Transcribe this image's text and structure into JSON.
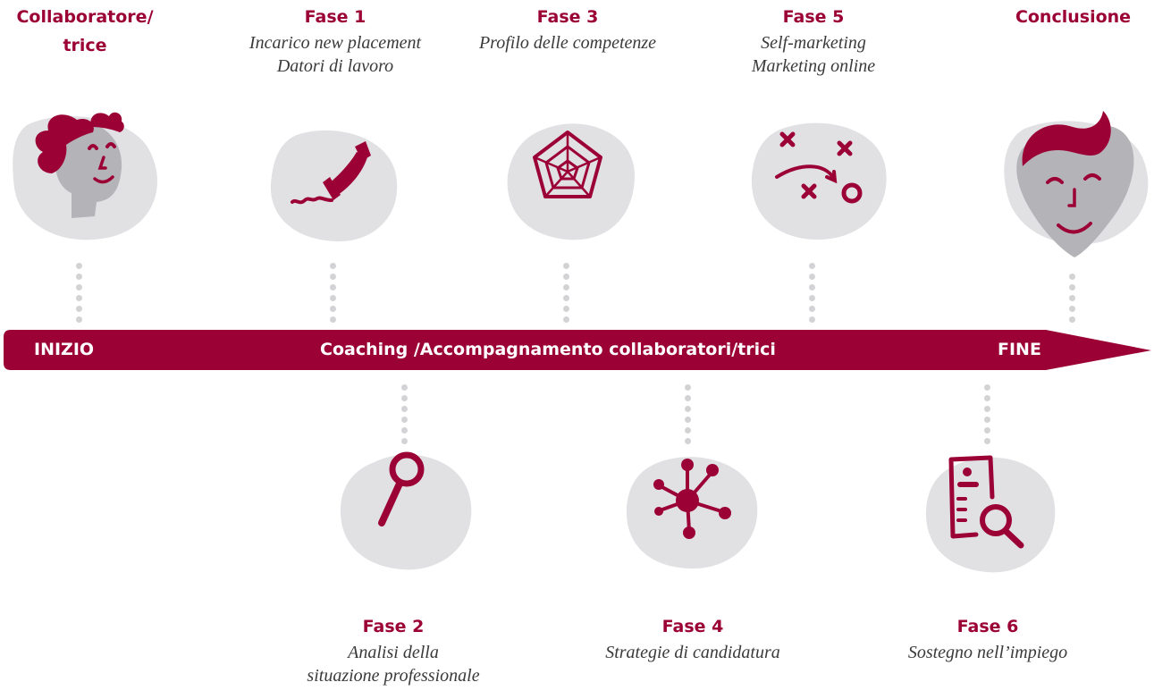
{
  "colors": {
    "accent": "#9c0136",
    "blob": "#e1e1e4",
    "dots": "#d3d3d6",
    "face_gray": "#b4b4b8"
  },
  "timeline": {
    "start_label": "INIZIO",
    "center_label": "Coaching /Accompagnamento collaboratori/trici",
    "end_label": "FINE"
  },
  "start": {
    "title_line1": "Collaboratore/",
    "title_line2": "trice",
    "icon": "person-face-icon"
  },
  "phases": [
    {
      "title": "Fase 1",
      "desc_line1": "Incarico new placement",
      "desc_line2": "Datori di lavoro",
      "icon": "phone-icon"
    },
    {
      "title": "Fase 2",
      "desc_line1": "Analisi della",
      "desc_line2": "situazione professionale",
      "icon": "magnifier-icon"
    },
    {
      "title": "Fase 3",
      "desc_line1": "Profilo delle competenze",
      "icon": "radar-chart-icon"
    },
    {
      "title": "Fase 4",
      "desc_line1": "Strategie di candidatura",
      "icon": "network-icon"
    },
    {
      "title": "Fase 5",
      "desc_line1": "Self-marketing",
      "desc_line2": "Marketing online",
      "icon": "strategy-play-icon"
    },
    {
      "title": "Fase 6",
      "desc_line1": "Sostegno nell’impiego",
      "icon": "document-search-icon"
    }
  ],
  "end": {
    "title": "Conclusione",
    "icon": "heart-face-icon"
  }
}
